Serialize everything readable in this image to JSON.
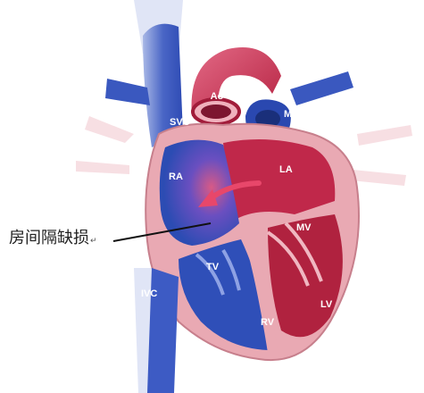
{
  "labels": {
    "ao": "Ao",
    "svc": "SVC",
    "mpa": "MPA",
    "ra": "RA",
    "la": "LA",
    "mv": "MV",
    "tv": "TV",
    "ivc": "IVC",
    "rv": "RV",
    "lv": "LV"
  },
  "annotation": {
    "text": "房间隔缺损",
    "return_mark": "↵"
  },
  "colors": {
    "venous_blue": "#2f4fb8",
    "dark_blue": "#1f3a8f",
    "arterial_red": "#c0284a",
    "dark_red": "#8e1836",
    "muscle_pink": "#e9a9b3",
    "flow_arrow": "#e8476a"
  }
}
